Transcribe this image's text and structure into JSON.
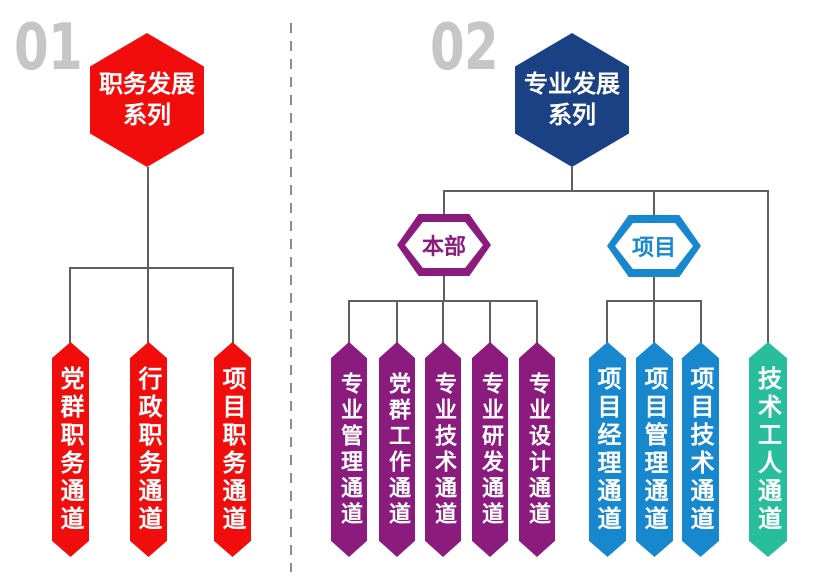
{
  "palette": {
    "red": "#F20D0D",
    "navy": "#1A4184",
    "purple": "#8C1B7E",
    "blue": "#1787CE",
    "teal": "#28BE9B",
    "connector_gray": "#5F5F5F",
    "number_gray": "#C6C6C6"
  },
  "section1": {
    "number": "01",
    "root_line1": "职务发展",
    "root_line2": "系列",
    "channels": [
      {
        "label": "党群职务通道"
      },
      {
        "label": "行政职务通道"
      },
      {
        "label": "项目职务通道"
      }
    ]
  },
  "section2": {
    "number": "02",
    "root_line1": "专业发展",
    "root_line2": "系列",
    "groups": [
      {
        "badge": "本部",
        "channels": [
          {
            "label": "专业管理通道"
          },
          {
            "label": "党群工作通道"
          },
          {
            "label": "专业技术通道"
          },
          {
            "label": "专业研发通道"
          },
          {
            "label": "专业设计通道"
          }
        ]
      },
      {
        "badge": "项目",
        "channels": [
          {
            "label": "项目经理通道"
          },
          {
            "label": "项目管理通道"
          },
          {
            "label": "项目技术通道"
          }
        ]
      }
    ],
    "direct_channel": {
      "label": "技术工人通道"
    }
  }
}
